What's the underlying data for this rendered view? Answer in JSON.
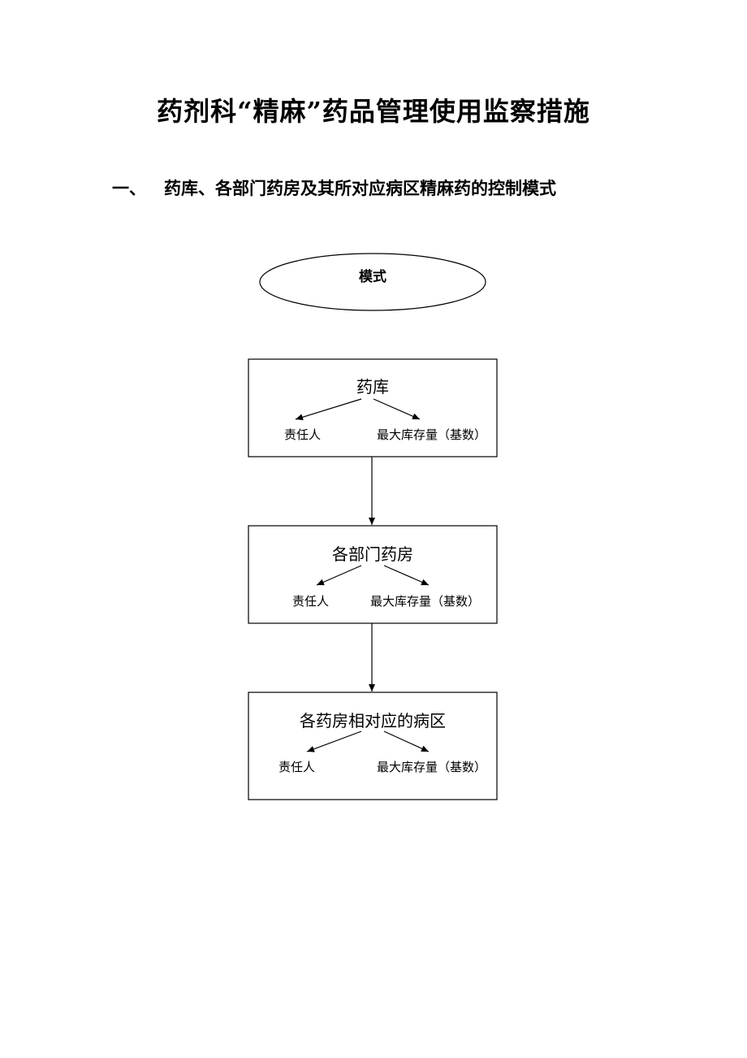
{
  "document": {
    "title": "药剂科“精麻”药品管理使用监察措施",
    "section": {
      "number": "一、",
      "heading": "药库、各部门药房及其所对应病区精麻药的控制模式"
    }
  },
  "diagram": {
    "start_label": "模式",
    "nodes": [
      {
        "title": "药库",
        "left_label": "责任人",
        "right_label": "最大库存量（基数）"
      },
      {
        "title": "各部门药房",
        "left_label": "责任人",
        "right_label": "最大库存量（基数）"
      },
      {
        "title": "各药房相对应的病区",
        "left_label": "责任人",
        "right_label": "最大库存量（基数）"
      }
    ]
  }
}
